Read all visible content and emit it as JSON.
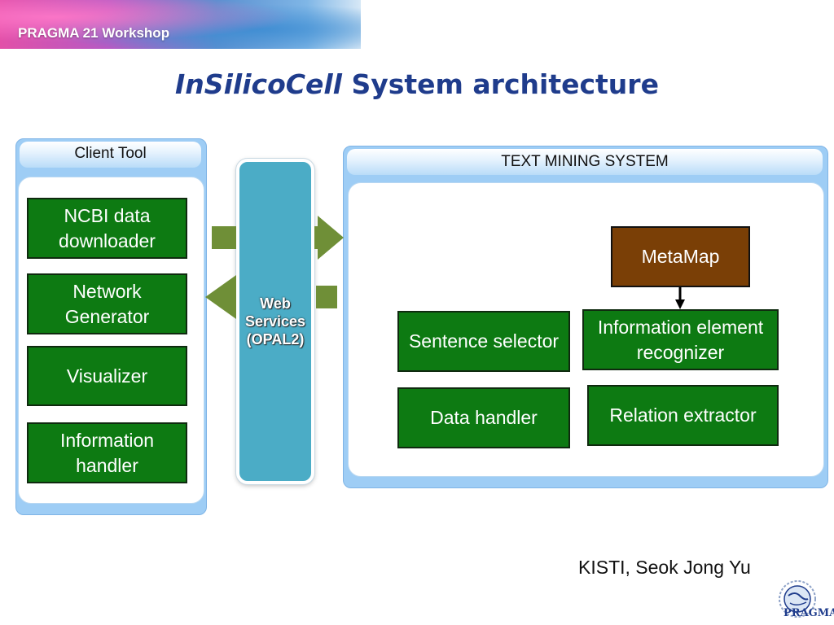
{
  "banner": {
    "title": "PRAGMA 21 Workshop"
  },
  "title": {
    "italic": "InSilicoCell",
    "rest": " System architecture"
  },
  "client_panel": {
    "header": "Client Tool",
    "items": [
      "NCBI data downloader",
      "Network Generator",
      "Visualizer",
      "Information handler"
    ]
  },
  "web_services": {
    "label": "Web\nServices\n(OPAL2)",
    "color": "#4bacc6"
  },
  "text_mining_panel": {
    "header": "TEXT MINING SYSTEM",
    "metamap": "MetaMap",
    "sentence_selector": "Sentence selector",
    "info_element_recognizer": "Information element recognizer",
    "data_handler": "Data handler",
    "relation_extractor": "Relation extractor"
  },
  "footer": {
    "credit": "KISTI, Seok Jong Yu",
    "logo_text": "PRAGMA"
  },
  "colors": {
    "box_green": "#0d7a12",
    "box_brown": "#7a3f06",
    "arrow_olive": "#6f8f37",
    "panel_blue": "#9ecdf5",
    "title_blue": "#1f3c8c"
  },
  "icons": {
    "flow_arrows": "block-arrow-icon",
    "logo": "pragma-globe-logo-icon"
  }
}
